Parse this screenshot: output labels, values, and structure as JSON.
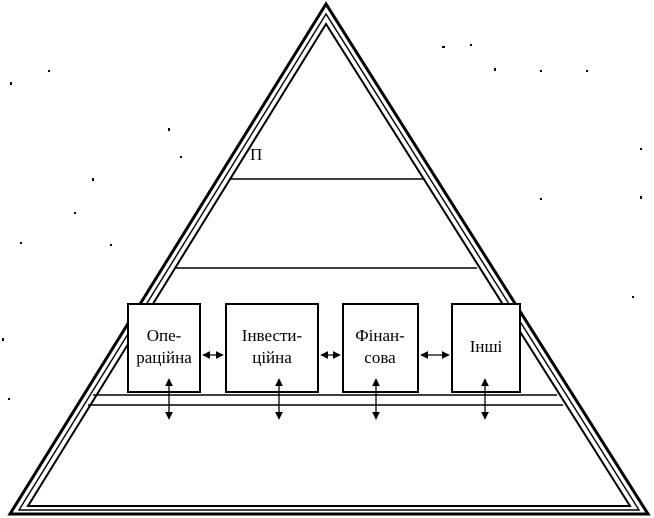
{
  "diagram": {
    "top_label": "П",
    "boxes": [
      {
        "line1": "Опе-",
        "line2": "раційна"
      },
      {
        "line1": "Інвести-",
        "line2": "ційна"
      },
      {
        "line1": "Фінан-",
        "line2": "сова"
      },
      {
        "line1": "Інші",
        "line2": ""
      }
    ]
  }
}
